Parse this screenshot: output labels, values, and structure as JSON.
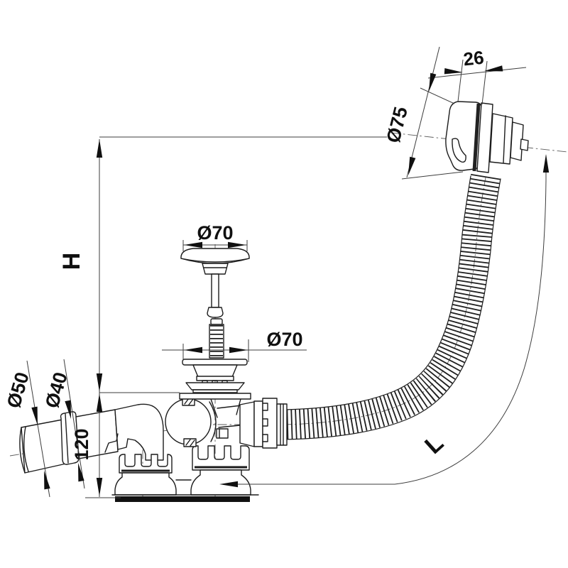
{
  "drawing": {
    "kind": "technical-drawing",
    "subject": "Bathtub waste and overflow drain set with corrugated hose",
    "colors": {
      "line": "#1c1c1c",
      "dimension": "#3c3c3c",
      "background": "#ffffff"
    },
    "dimensions": {
      "cap_width": "26",
      "overflow_cap_diameter": "Ø75",
      "plug_diameter": "Ø70",
      "waste_flange_diameter": "Ø70",
      "outlet_outer_diameter": "Ø50",
      "outlet_inner_diameter": "Ø40",
      "base_height": "120",
      "install_height": "H",
      "hose_length": "L"
    }
  }
}
